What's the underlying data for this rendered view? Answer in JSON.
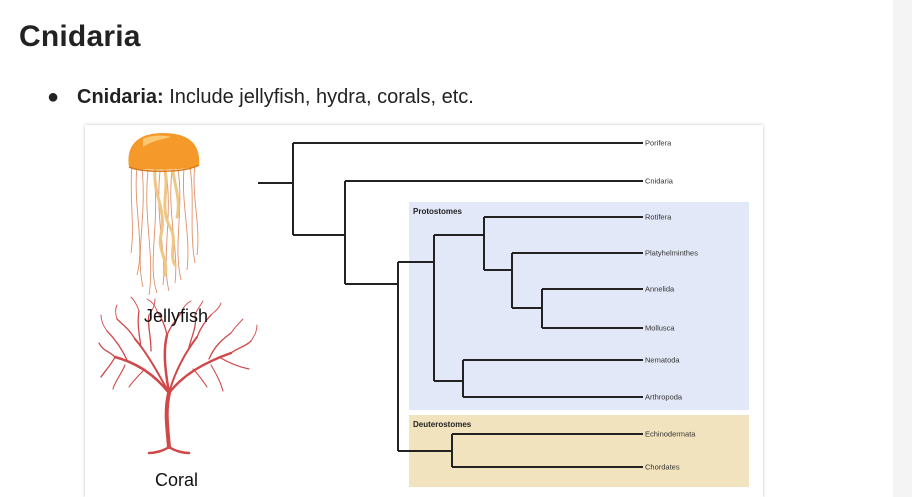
{
  "page": {
    "title": "Cnidaria"
  },
  "bullet": {
    "term": "Cnidaria:",
    "text": " Include jellyfish, hydra, corals, etc."
  },
  "organisms": {
    "jellyfish_label": "Jellyfish",
    "coral_label": "Coral"
  },
  "tree": {
    "taxa": [
      "Porifera",
      "Cnidaria",
      "Rotifera",
      "Platyhelminthes",
      "Annelida",
      "Mollusca",
      "Nematoda",
      "Arthropoda",
      "Echinodermata",
      "Chordates"
    ],
    "groups": [
      {
        "name": "Protostomes",
        "members": [
          "Rotifera",
          "Platyhelminthes",
          "Annelida",
          "Mollusca",
          "Nematoda",
          "Arthropoda"
        ],
        "color": "#e3e8f8"
      },
      {
        "name": "Deuterostomes",
        "members": [
          "Echinodermata",
          "Chordates"
        ],
        "color": "#f1e3bd"
      }
    ]
  },
  "colors": {
    "jellyfish_bell": "#f59a2a",
    "jellyfish_tentacles": "#e8b97a",
    "coral": "#d0484a",
    "branch": "#222222"
  }
}
